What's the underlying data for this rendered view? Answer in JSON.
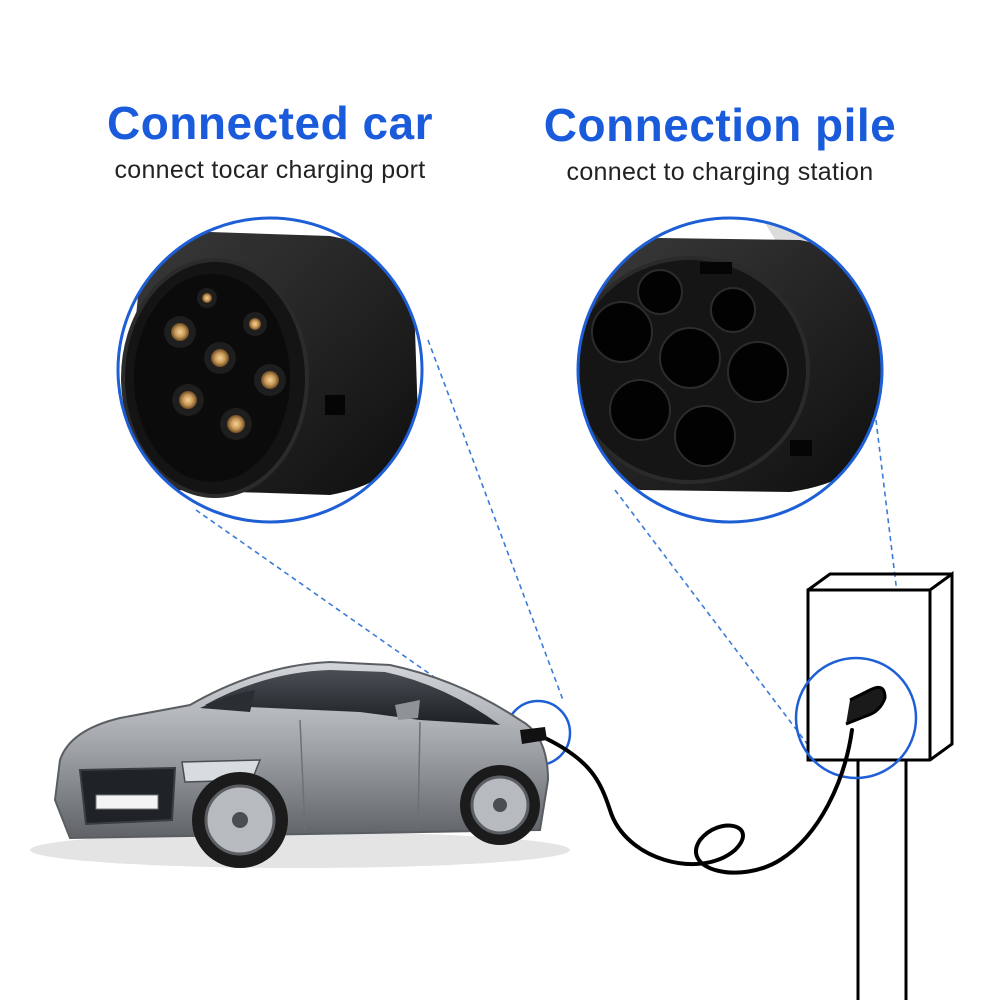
{
  "left": {
    "title": "Connected car",
    "subtitle": "connect tocar charging port"
  },
  "right": {
    "title": "Connection pile",
    "subtitle": "connect to charging station"
  },
  "colors": {
    "accent_blue": "#1a5bdc",
    "circle_border": "#1f5fd6",
    "dash_line": "#3b7bd8",
    "plug_black": "#1a1a1a",
    "car_silver": "#a9adb1",
    "cable": "#000000"
  }
}
